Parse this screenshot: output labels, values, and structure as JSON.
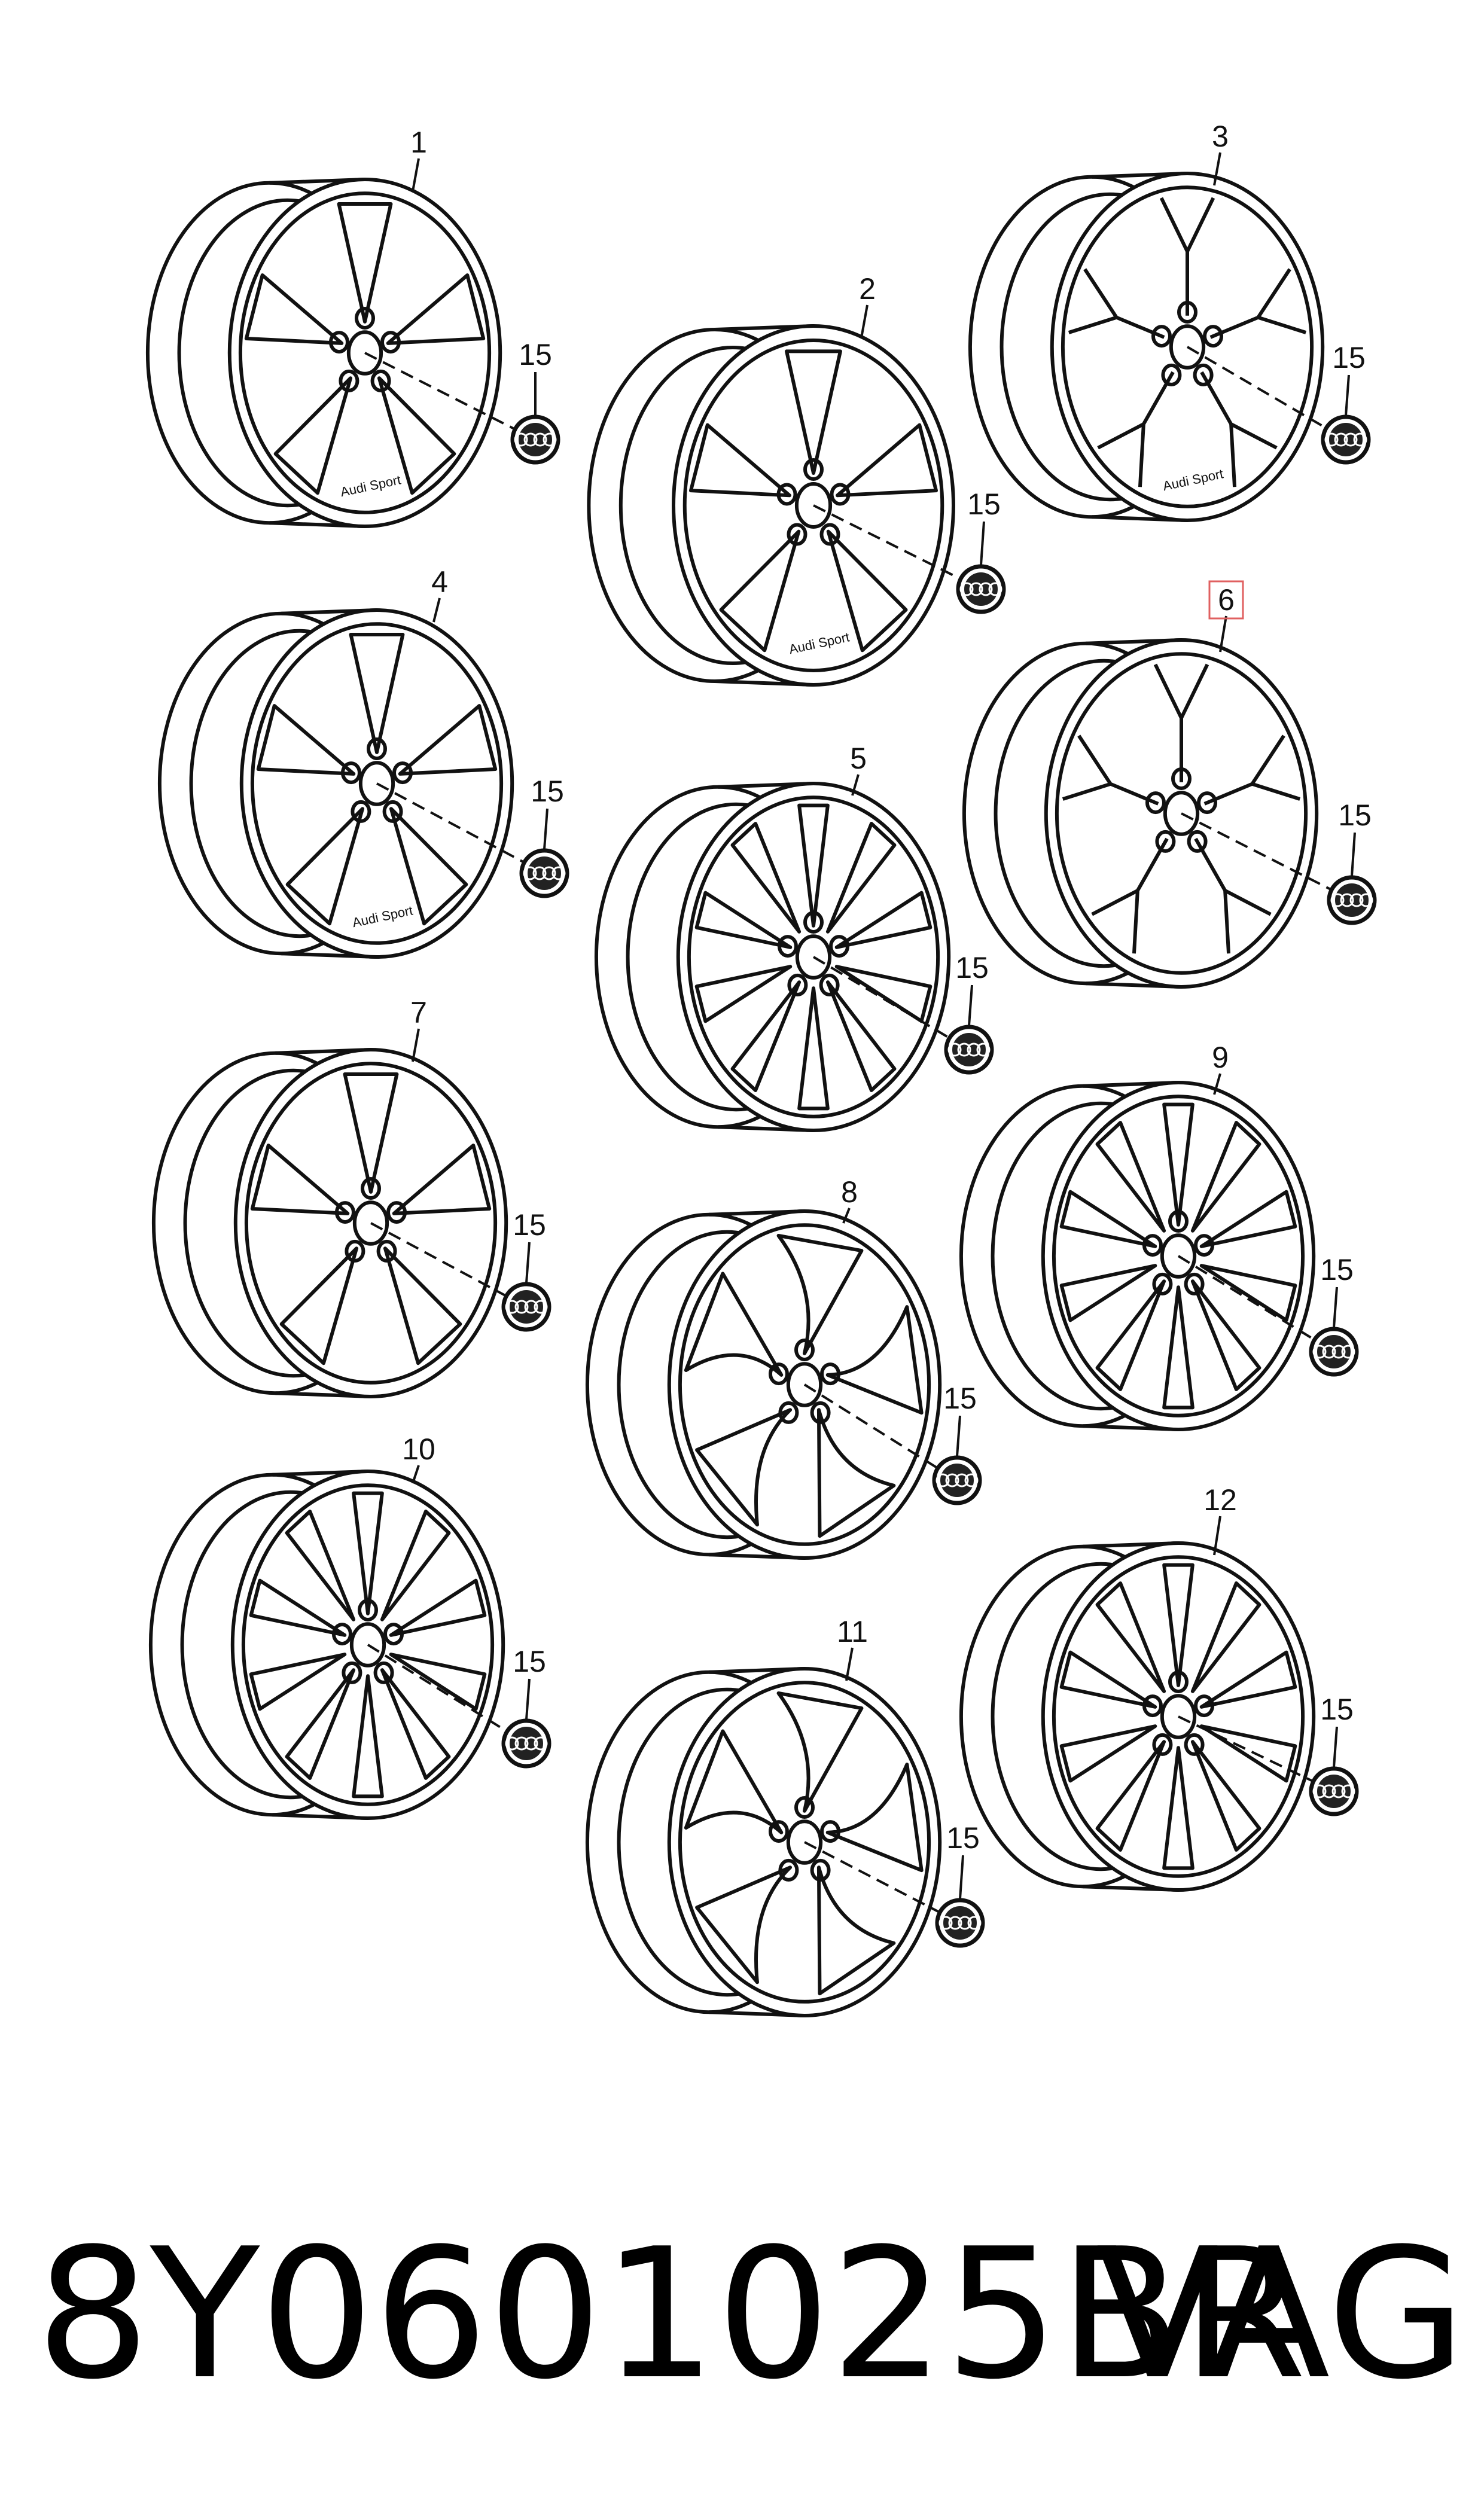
{
  "wheels": [
    {
      "label": "1",
      "cap_label": "15",
      "brand_text": "Audi Sport"
    },
    {
      "label": "2",
      "cap_label": "15",
      "brand_text": "Audi Sport"
    },
    {
      "label": "3",
      "cap_label": "15",
      "brand_text": "Audi Sport"
    },
    {
      "label": "4",
      "cap_label": "15",
      "brand_text": "Audi Sport"
    },
    {
      "label": "5",
      "cap_label": "15",
      "brand_text": ""
    },
    {
      "label": "6",
      "cap_label": "15",
      "brand_text": "",
      "highlighted": true
    },
    {
      "label": "7",
      "cap_label": "15",
      "brand_text": ""
    },
    {
      "label": "8",
      "cap_label": "15",
      "brand_text": ""
    },
    {
      "label": "9",
      "cap_label": "15",
      "brand_text": ""
    },
    {
      "label": "10",
      "cap_label": "15",
      "brand_text": ""
    },
    {
      "label": "11",
      "cap_label": "15",
      "brand_text": ""
    },
    {
      "label": "12",
      "cap_label": "15",
      "brand_text": ""
    }
  ],
  "highlight_color": "#e06060",
  "footer": {
    "part_number": "8Y0601025BR",
    "brand": "VAG"
  }
}
